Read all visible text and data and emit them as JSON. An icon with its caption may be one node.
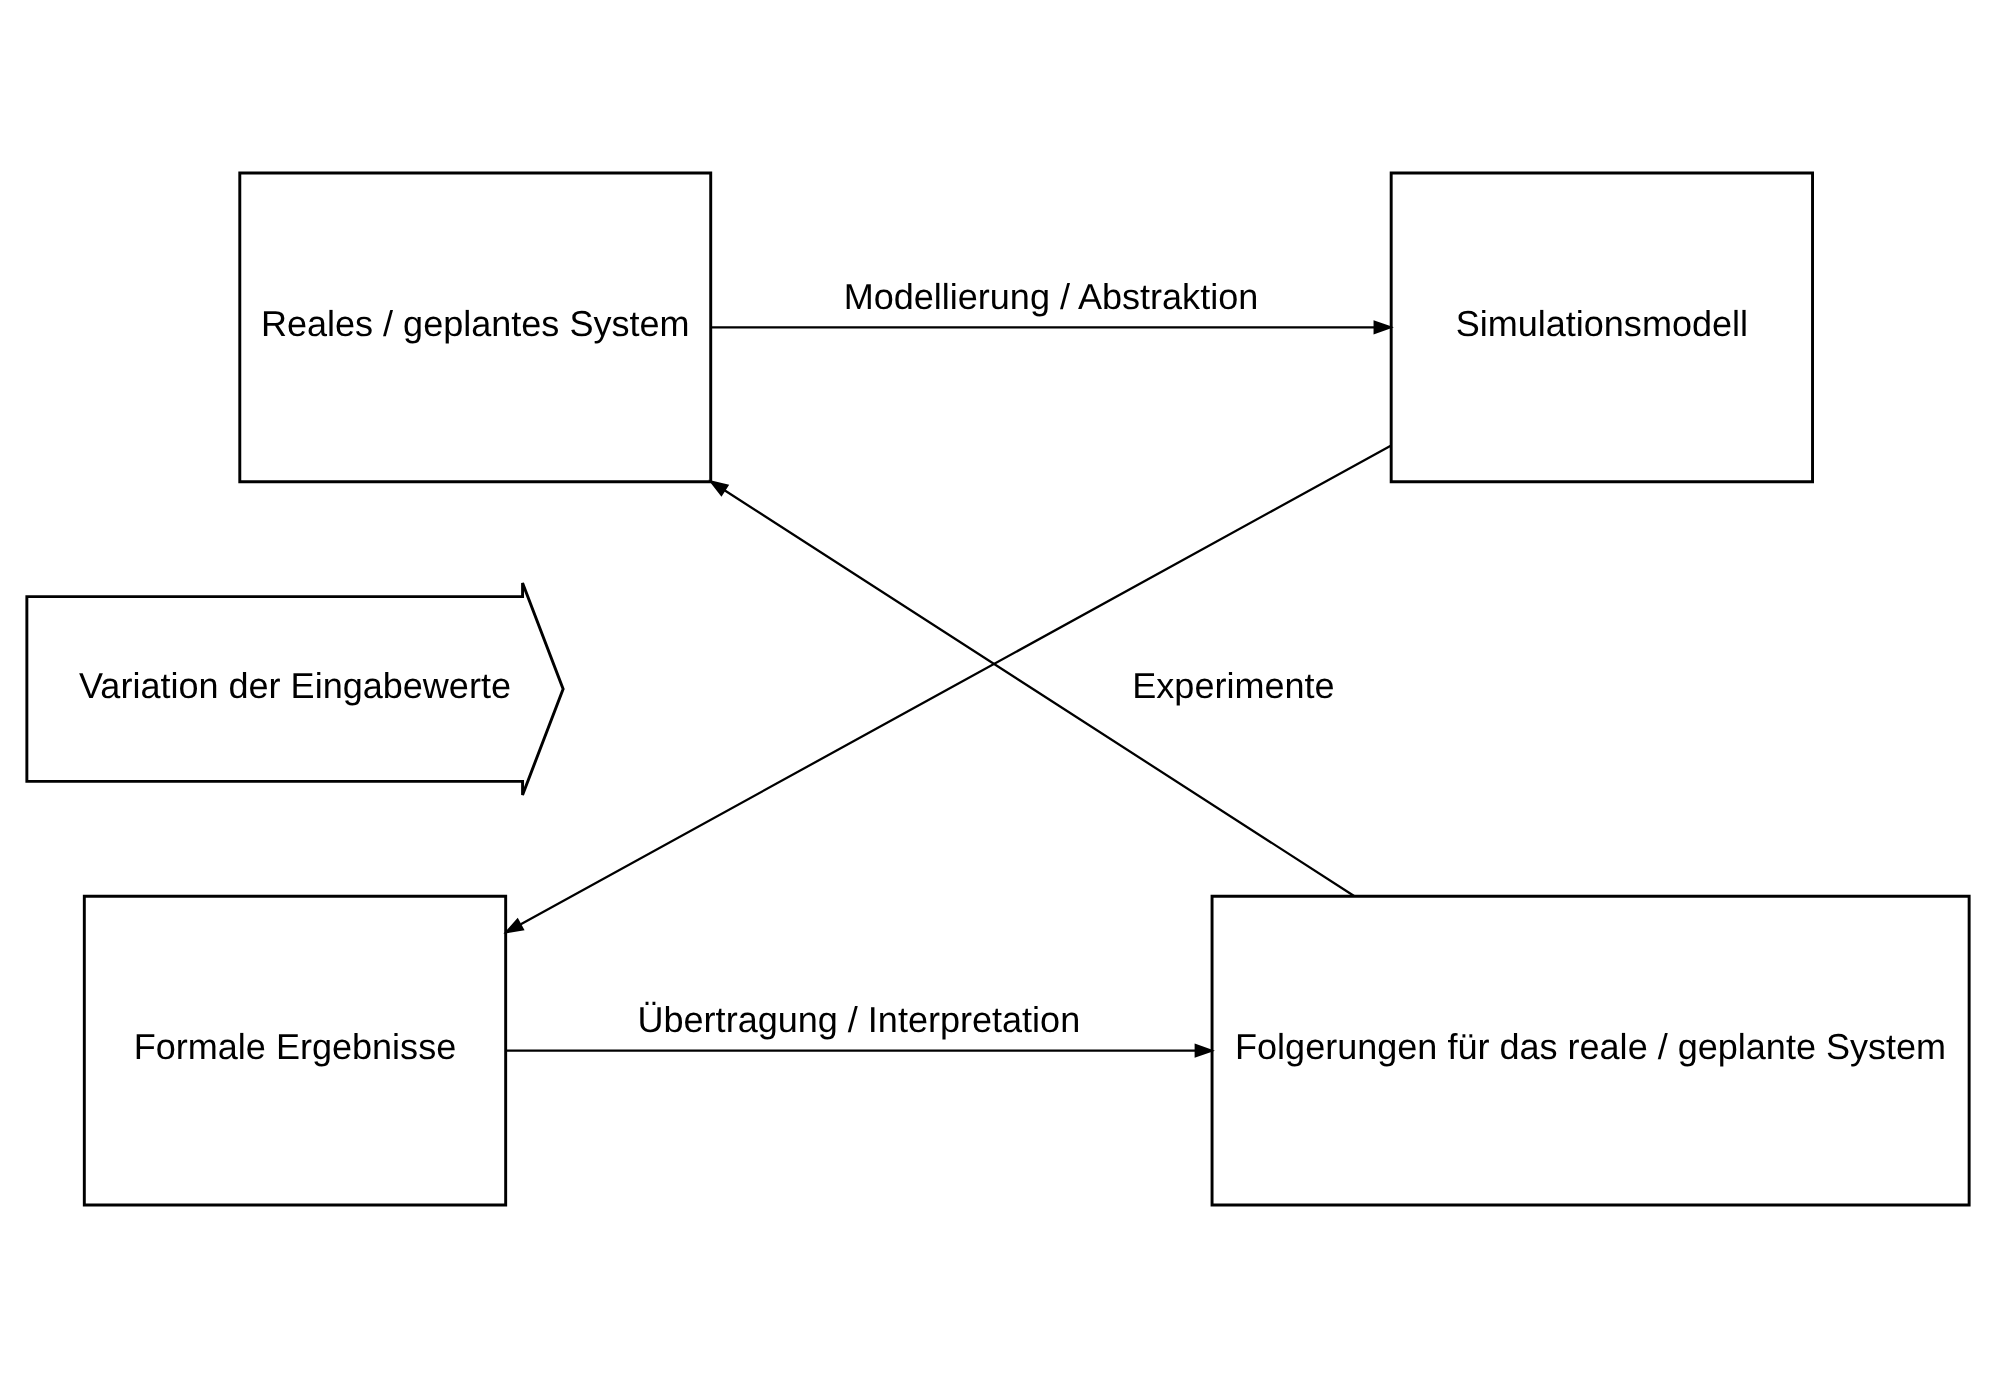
{
  "diagram": {
    "nodes": [
      {
        "text": [
          "Reales / geplantes System"
        ]
      },
      {
        "text": [
          "Simulationsmodell"
        ]
      },
      {
        "text": [
          "Formale Ergebnisse"
        ]
      },
      {
        "text": [
          "Folgerungen für das reale / geplante System"
        ]
      },
      {
        "text": [
          "Variation der Eingabewerte"
        ]
      }
    ],
    "edges": [
      {
        "from": 0,
        "to": 1,
        "arrow": "to",
        "label": "Modellierung / Abstraktion"
      },
      {
        "from": 1,
        "to": 2,
        "arrow": "to",
        "label": "Experimente"
      },
      {
        "from": 2,
        "to": 3,
        "arrow": "to",
        "label": "Übertragung / Interpretation"
      },
      {
        "from": 3,
        "to": 0,
        "arrow": "to"
      }
    ]
  }
}
